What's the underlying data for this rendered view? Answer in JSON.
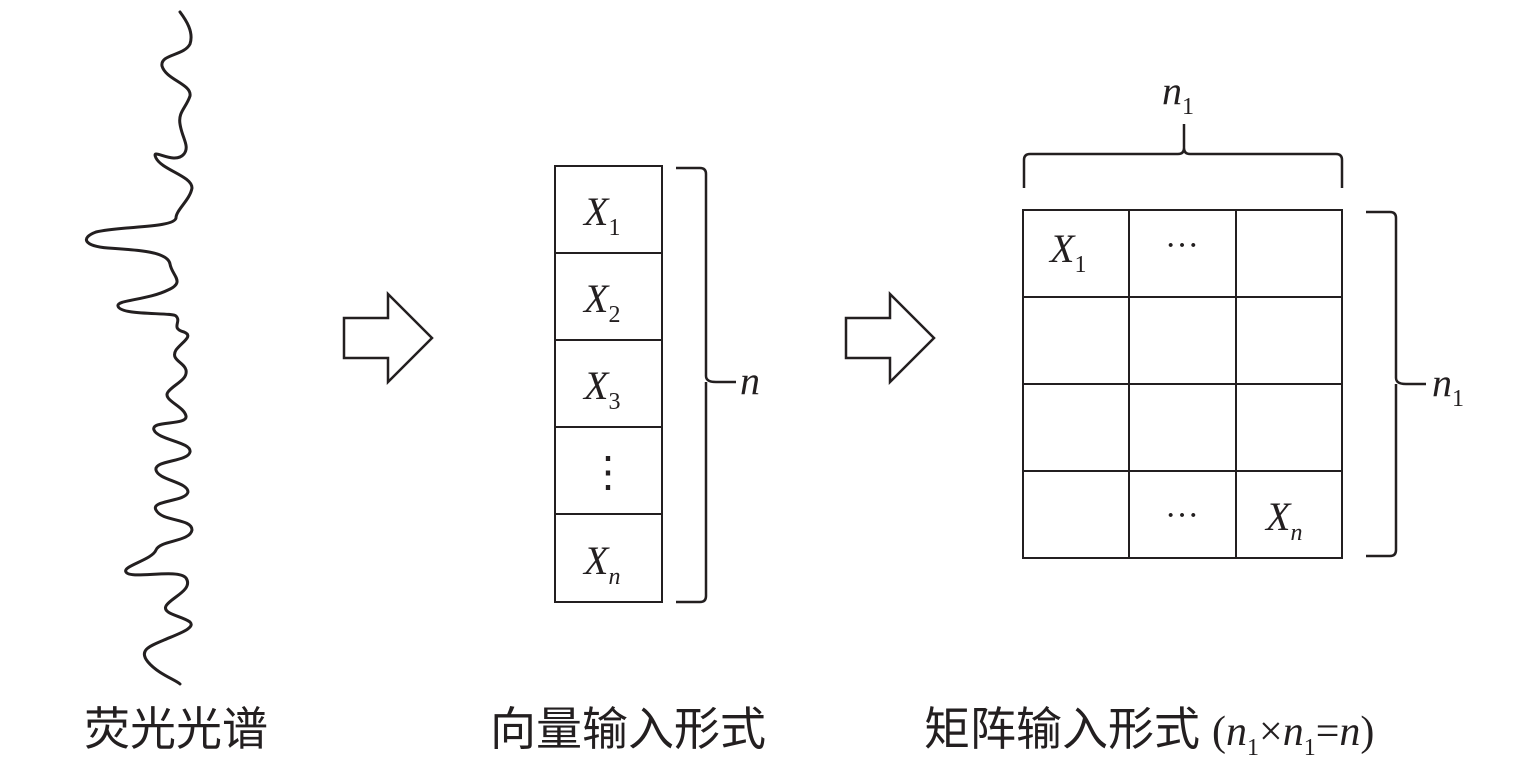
{
  "spectrum": {
    "caption": "荧光光谱"
  },
  "vector": {
    "cells": [
      {
        "main": "X",
        "sub": "1"
      },
      {
        "main": "X",
        "sub": "2"
      },
      {
        "main": "X",
        "sub": "3"
      },
      {
        "main": "⋮",
        "sub": ""
      },
      {
        "main": "X",
        "sub": "n"
      }
    ],
    "brace": {
      "main": "n"
    },
    "caption": "向量输入形式"
  },
  "matrix": {
    "cells": [
      [
        {
          "main": "X",
          "sub": "1"
        },
        {
          "main": "···",
          "sub": ""
        },
        {
          "main": "",
          "sub": ""
        }
      ],
      [
        {
          "main": "",
          "sub": ""
        },
        {
          "main": "",
          "sub": ""
        },
        {
          "main": "",
          "sub": ""
        }
      ],
      [
        {
          "main": "",
          "sub": ""
        },
        {
          "main": "",
          "sub": ""
        },
        {
          "main": "",
          "sub": ""
        }
      ],
      [
        {
          "main": "",
          "sub": ""
        },
        {
          "main": "···",
          "sub": ""
        },
        {
          "main": "X",
          "sub": "n"
        }
      ]
    ],
    "top_brace": {
      "main": "n",
      "sub": "1"
    },
    "right_brace": {
      "main": "n",
      "sub": "1"
    },
    "caption": "矩阵输入形式",
    "formula": {
      "open": "(",
      "a": "n",
      "a_sub": "1",
      "times": "×",
      "b": "n",
      "b_sub": "1",
      "eq": "=",
      "c": "n",
      "close": ")"
    }
  }
}
